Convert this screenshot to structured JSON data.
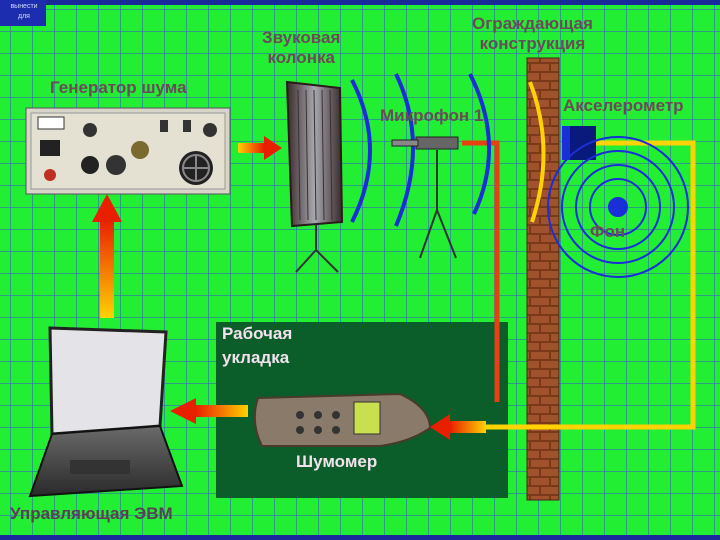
{
  "corner_tag": {
    "line1": "вынести",
    "line2": "для"
  },
  "labels": {
    "noise_generator": "Генератор шума",
    "speaker": "Звуковая\nколонка",
    "barrier": "Ограждающая\nконструкция",
    "microphone": "Микрофон 1",
    "accelerometer": "Акселерометр",
    "background": "Фон",
    "workspace": "Рабочая\nукладка",
    "noise_meter": "Шумомер",
    "control_computer": "Управляющая ЭВМ"
  },
  "colors": {
    "background": "#22ee33",
    "grid": "#3c5ac8",
    "workspace": "#0b5e2a",
    "sound_waves": "#1a2fd8",
    "arrow_start": "#ffd200",
    "arrow_end": "#e82000"
  }
}
